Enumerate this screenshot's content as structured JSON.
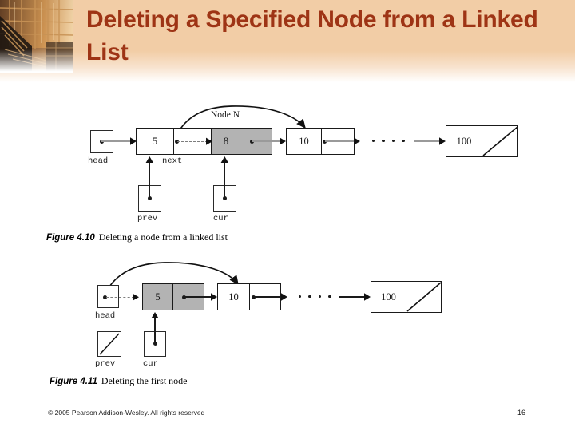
{
  "slide": {
    "title": "Deleting a Specified Node from a Linked List",
    "title_color": "#9e3415",
    "header_bg": "#f2cda6",
    "page_number": "16",
    "copyright": "© 2005 Pearson Addison-Wesley. All rights reserved",
    "photo_alt": "scaffolding-stairs-photo"
  },
  "figures": [
    {
      "number": "Figure 4.10",
      "caption": "Deleting a node from a linked list",
      "node_label": "Node N",
      "pointers": [
        {
          "name": "head",
          "null": false
        },
        {
          "name": "next",
          "null": false
        },
        {
          "name": "prev",
          "null": false
        },
        {
          "name": "cur",
          "null": false
        }
      ],
      "nodes": [
        {
          "value": "5",
          "shaded": false,
          "null_next": false
        },
        {
          "value": "8",
          "shaded": true,
          "null_next": false
        },
        {
          "value": "10",
          "shaded": false,
          "null_next": false
        },
        {
          "value": "100",
          "shaded": false,
          "null_next": true
        }
      ],
      "ellipsis": "...."
    },
    {
      "number": "Figure 4.11",
      "caption": "Deleting the first node",
      "node_label": "",
      "pointers": [
        {
          "name": "head",
          "null": false
        },
        {
          "name": "prev",
          "null": true
        },
        {
          "name": "cur",
          "null": false
        }
      ],
      "nodes": [
        {
          "value": "5",
          "shaded": true,
          "null_next": false
        },
        {
          "value": "10",
          "shaded": false,
          "null_next": false
        },
        {
          "value": "100",
          "shaded": false,
          "null_next": true
        }
      ],
      "ellipsis": "...."
    }
  ]
}
